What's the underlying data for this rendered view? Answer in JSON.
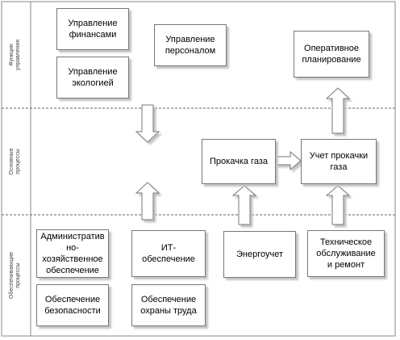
{
  "lanes": {
    "top": "Функции\nуправления",
    "middle": "Основные\nпроцессы",
    "bottom": "Обеспечивающие\nпроцессы"
  },
  "boxes": {
    "finance": "Управление\nфинансами",
    "ecology": "Управление\nэкологией",
    "personnel": "Управление\nперсоналом",
    "planning": "Оперативное\nпланирование",
    "pumping": "Прокачка газа",
    "metering": "Учет прокачки\nгаза",
    "admin": "Административ\nно-\nхозяйственное\nобеспечение",
    "security": "Обеспечение\nбезопасности",
    "it": "ИТ-\nобеспечение",
    "safety": "Обеспечение\nохраны труда",
    "energy": "Энергоучет",
    "maintenance": "Техническое\nобслуживание\nи ремонт"
  },
  "colors": {
    "line": "#777777",
    "shadow": "#c4c4c4"
  }
}
